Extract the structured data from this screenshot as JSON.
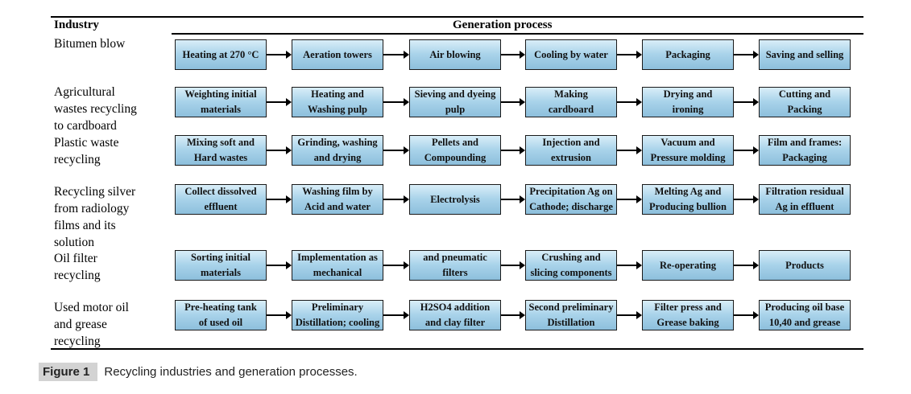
{
  "table": {
    "headers": {
      "industry": "Industry",
      "process": "Generation process"
    },
    "rows": [
      {
        "industry": [
          "Bitumen blow"
        ],
        "steps": [
          [
            "Heating at 270 °C"
          ],
          [
            "Aeration towers"
          ],
          [
            "Air blowing"
          ],
          [
            "Cooling by water"
          ],
          [
            "Packaging"
          ],
          [
            "Saving and selling"
          ]
        ]
      },
      {
        "industry": [
          "Agricultural",
          "wastes recycling",
          "to cardboard"
        ],
        "steps": [
          [
            "Weighting initial",
            "materials"
          ],
          [
            "Heating and",
            "Washing pulp"
          ],
          [
            "Sieving and dyeing",
            "pulp"
          ],
          [
            "Making",
            "cardboard"
          ],
          [
            "Drying and",
            "ironing"
          ],
          [
            "Cutting and",
            "Packing"
          ]
        ]
      },
      {
        "industry": [
          "Plastic waste",
          "recycling"
        ],
        "steps": [
          [
            "Mixing soft and",
            "Hard wastes"
          ],
          [
            "Grinding, washing",
            "and drying"
          ],
          [
            "Pellets and",
            "Compounding"
          ],
          [
            "Injection and",
            "extrusion"
          ],
          [
            "Vacuum and",
            "Pressure molding"
          ],
          [
            "Film and frames:",
            "Packaging"
          ]
        ]
      },
      {
        "industry": [
          "Recycling silver",
          "from radiology",
          "films and its",
          "solution"
        ],
        "steps": [
          [
            "Collect dissolved",
            "effluent"
          ],
          [
            "Washing film by",
            "Acid and water"
          ],
          [
            "Electrolysis"
          ],
          [
            "Precipitation Ag on",
            "Cathode; discharge"
          ],
          [
            "Melting Ag and",
            "Producing bullion"
          ],
          [
            "Filtration residual",
            "Ag in effluent"
          ]
        ]
      },
      {
        "industry": [
          "Oil filter",
          "recycling"
        ],
        "steps": [
          [
            "Sorting initial",
            "materials"
          ],
          [
            "Implementation as",
            "mechanical"
          ],
          [
            "and pneumatic",
            "filters"
          ],
          [
            "Crushing and",
            "slicing components"
          ],
          [
            "Re-operating"
          ],
          [
            "Products"
          ]
        ]
      },
      {
        "industry": [
          "Used motor oil",
          "and grease",
          "recycling"
        ],
        "steps": [
          [
            "Pre-heating tank",
            "of used oil"
          ],
          [
            "Preliminary",
            "Distillation; cooling"
          ],
          [
            "H2SO4 addition",
            "and clay filter"
          ],
          [
            "Second preliminary",
            "Distillation"
          ],
          [
            "Filter press and",
            "Grease baking"
          ],
          [
            "Producing oil base",
            "10,40 and grease"
          ]
        ]
      }
    ]
  },
  "caption": {
    "label": "Figure 1",
    "text": "Recycling industries and generation processes."
  }
}
